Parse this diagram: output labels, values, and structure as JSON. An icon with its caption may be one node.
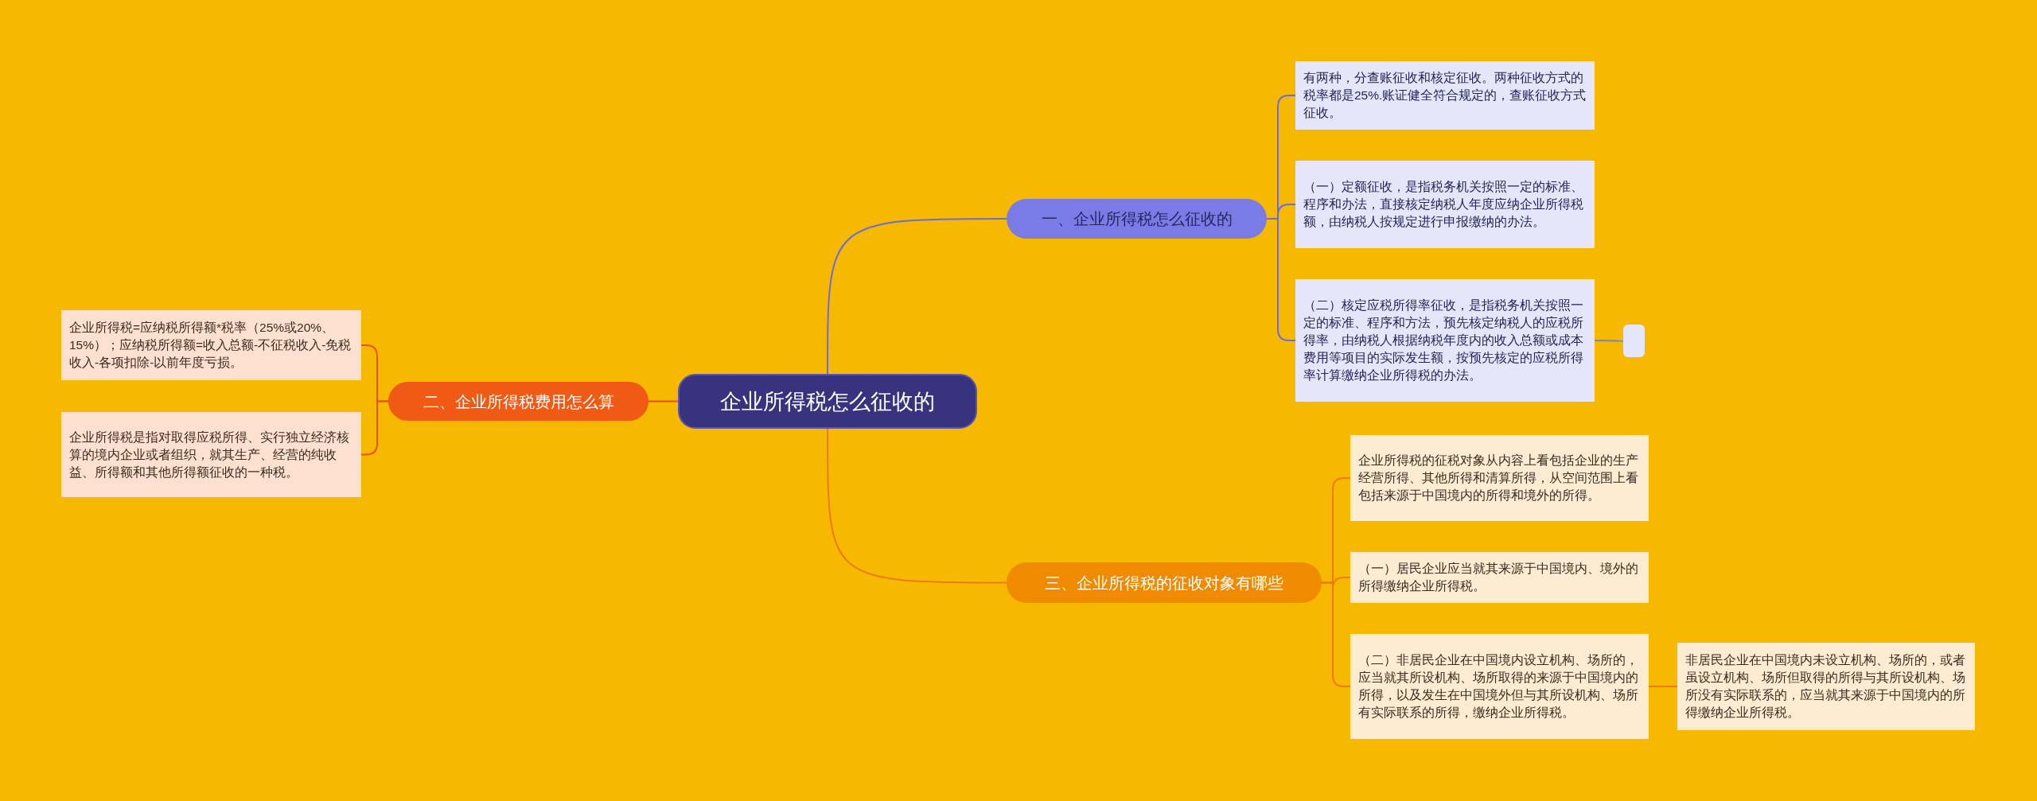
{
  "diagram": {
    "nodes": [
      {
        "text": [
          "企业所得税怎么征收的"
        ]
      },
      {
        "text": [
          "一、企业所得税怎么征收的"
        ]
      },
      {
        "text": [
          "有两种，分查账征收和核定征收。两种征收方式的税率都是25%.账证健全符合规定的，查账征收方式征收。"
        ]
      },
      {
        "text": [
          "（一）定额征收，是指税务机关按照一定的标准、程序和办法，直接核定纳税人年度应纳企业所得税额，由纳税人按规定进行申报缴纳的办法。"
        ]
      },
      {
        "text": [
          "（二）核定应税所得率征收，是指税务机关按照一定的标准、程序和方法，预先核定纳税人的应税所得率，由纳税人根据纳税年度内的收入总额或成本费用等项目的实际发生额，按预先核定的应税所得率计算缴纳企业所得税的办法。"
        ]
      },
      {
        "text": [],
        "shape": "box"
      },
      {
        "text": [
          "二、企业所得税费用怎么算"
        ]
      },
      {
        "text": [
          "企业所得税=应纳税所得额*税率（25%或20%、15%）；应纳税所得额=收入总额-不征税收入-免税收入-各项扣除-以前年度亏损。"
        ]
      },
      {
        "text": [
          "企业所得税是指对取得应税所得、实行独立经济核算的境内企业或者组织，就其生产、经营的纯收益、所得额和其他所得额征收的一种税。"
        ]
      },
      {
        "text": [
          "三、企业所得税的征收对象有哪些"
        ]
      },
      {
        "text": [
          "企业所得税的征税对象从内容上看包括企业的生产经营所得、其他所得和清算所得，从空间范围上看包括来源于中国境内的所得和境外的所得。"
        ]
      },
      {
        "text": [
          "（一）居民企业应当就其来源于中国境内、境外的所得缴纳企业所得税。"
        ]
      },
      {
        "text": [
          "（二）非居民企业在中国境内设立机构、场所的，应当就其所设机构、场所取得的来源于中国境内的所得，以及发生在中国境外但与其所设机构、场所有实际联系的所得，缴纳企业所得税。"
        ]
      },
      {
        "text": [
          "非居民企业在中国境内未设立机构、场所的，或者虽设立机构、场所但取得的所得与其所设机构、场所没有实际联系的，应当就其来源于中国境内的所得缴纳企业所得税。"
        ]
      }
    ],
    "edges": [
      {
        "from": 0,
        "to": 1,
        "arrow": "none",
        "color": "#6b6be0"
      },
      {
        "from": 1,
        "to": 2,
        "arrow": "none",
        "color": "#6b6be0"
      },
      {
        "from": 1,
        "to": 3,
        "arrow": "none",
        "color": "#6b6be0"
      },
      {
        "from": 1,
        "to": 4,
        "arrow": "none",
        "color": "#6b6be0"
      },
      {
        "from": 4,
        "to": 5,
        "arrow": "none",
        "color": "#7a86b8"
      },
      {
        "from": 0,
        "to": 6,
        "arrow": "none",
        "color": "#e8501a"
      },
      {
        "from": 6,
        "to": 7,
        "arrow": "none",
        "color": "#e8501a"
      },
      {
        "from": 6,
        "to": 8,
        "arrow": "none",
        "color": "#e8501a"
      },
      {
        "from": 0,
        "to": 9,
        "arrow": "none",
        "color": "#ec7a0c"
      },
      {
        "from": 9,
        "to": 10,
        "arrow": "none",
        "color": "#ec7a0c"
      },
      {
        "from": 9,
        "to": 11,
        "arrow": "none",
        "color": "#ec7a0c"
      },
      {
        "from": 9,
        "to": 12,
        "arrow": "none",
        "color": "#ec7a0c"
      },
      {
        "from": 12,
        "to": 13,
        "arrow": "none",
        "color": "#ec7a0c"
      }
    ]
  }
}
